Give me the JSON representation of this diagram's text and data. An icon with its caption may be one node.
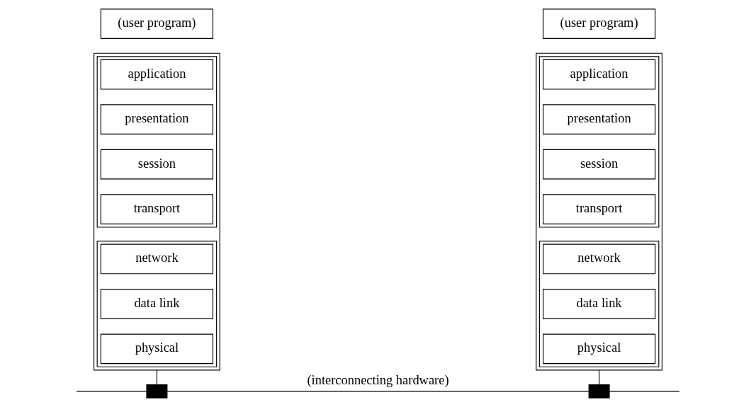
{
  "diagram": {
    "nodes": [
      {
        "text": [
          "(user program)"
        ]
      },
      {
        "text": [],
        "shape": "box"
      },
      {
        "text": [],
        "shape": "box",
        "in": 1
      },
      {
        "text": [
          "application"
        ],
        "in": 2
      },
      {
        "text": [
          "presentation"
        ],
        "in": 2
      },
      {
        "text": [
          "session"
        ],
        "in": 2
      },
      {
        "text": [
          "transport"
        ],
        "in": 2
      },
      {
        "text": [],
        "shape": "box",
        "in": 1
      },
      {
        "text": [
          "network"
        ],
        "in": 7
      },
      {
        "text": [
          "data link"
        ],
        "in": 7
      },
      {
        "text": [
          "physical"
        ],
        "in": 7
      },
      {
        "text": [
          "(user program)"
        ]
      },
      {
        "text": [],
        "shape": "box"
      },
      {
        "text": [],
        "shape": "box",
        "in": 12
      },
      {
        "text": [
          "application"
        ],
        "in": 13
      },
      {
        "text": [
          "presentation"
        ],
        "in": 13
      },
      {
        "text": [
          "session"
        ],
        "in": 13
      },
      {
        "text": [
          "transport"
        ],
        "in": 13
      },
      {
        "text": [],
        "shape": "box",
        "in": 12
      },
      {
        "text": [
          "network"
        ],
        "in": 18
      },
      {
        "text": [
          "data link"
        ],
        "in": 18
      },
      {
        "text": [
          "physical"
        ],
        "in": 18
      },
      {
        "text": [],
        "shape": "box"
      },
      {
        "text": [],
        "shape": "box"
      }
    ],
    "edges": [
      {
        "from": 1,
        "to": 22,
        "arrow": "none"
      },
      {
        "from": 12,
        "to": 23,
        "arrow": "none"
      },
      {
        "from": null,
        "to": 22,
        "arrow": "none"
      },
      {
        "from": 22,
        "to": 23,
        "arrow": "none",
        "label": "(interconnecting hardware)"
      },
      {
        "from": 23,
        "to": null,
        "arrow": "none"
      }
    ]
  }
}
